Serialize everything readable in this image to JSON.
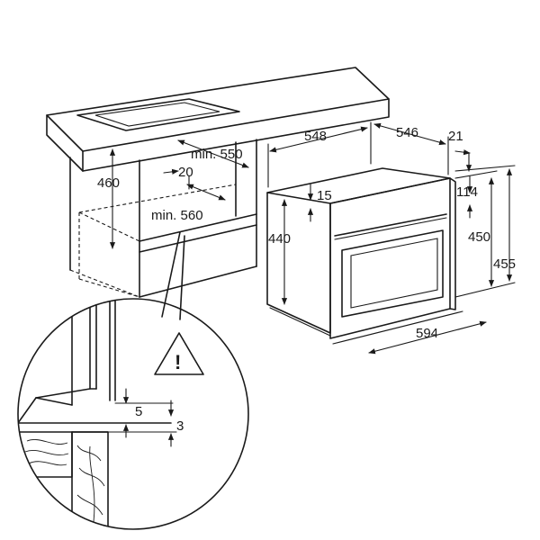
{
  "cabinet": {
    "height": "460",
    "min_depth": "min. 550",
    "gap": "20",
    "min_width": "min. 560"
  },
  "oven": {
    "depth_total": "548",
    "depth_body": "546",
    "front_thickness": "21",
    "top_offset": "15",
    "front_strip": "114",
    "body_height": "440",
    "height_inner": "450",
    "height_total": "455",
    "width": "594"
  },
  "detail": {
    "clearance_top": "5",
    "clearance_bottom": "3",
    "warning_symbol": "!"
  }
}
